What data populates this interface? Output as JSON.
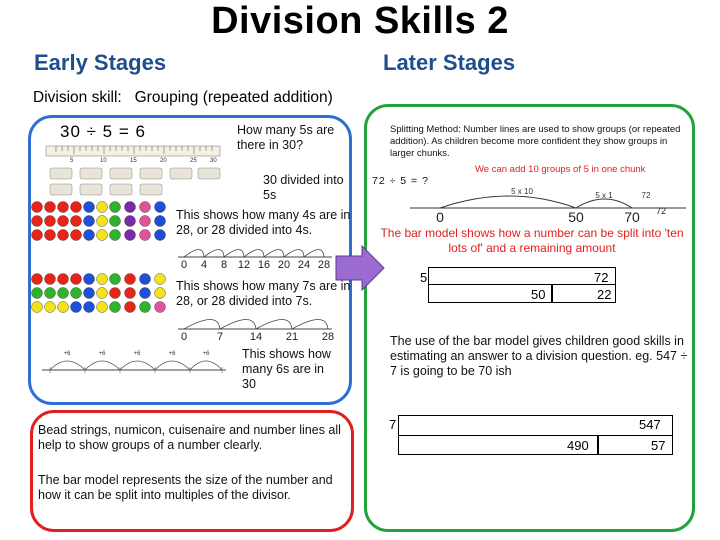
{
  "title": "Division Skills  2",
  "early_stages": "Early Stages",
  "later_stages": "Later Stages",
  "skill_line": "Division skill:   Grouping (repeated addition)",
  "early": {
    "equation": "30 ÷ 5 = 6",
    "question1": "How many 5s are there in 30?",
    "question2": "30 divided into 5s",
    "ruler_labels": [
      "5",
      "10",
      "15",
      "20",
      "25",
      "30"
    ],
    "caption_4s": "This shows how many 4s are in 28, or 28 divided into 4s.",
    "numline_4s": [
      "0",
      "4",
      "8",
      "12",
      "16",
      "20",
      "24",
      "28"
    ],
    "caption_7s": "This shows how many 7s are in 28, or 28 divided into 7s.",
    "numline_7s": [
      "0",
      "7",
      "14",
      "21",
      "28"
    ],
    "caption_6s": "This shows how many 6s are in 30",
    "hops_6s": [
      "+6",
      "+6",
      "+6",
      "+6",
      "+6"
    ]
  },
  "resources": {
    "para1": "Bead strings, numicon, cuisenaire and number lines all help to show groups of a number clearly.",
    "para2": "The bar model represents the size of the number and how it can be split into multiples of the divisor."
  },
  "later": {
    "splitting_text": "Splitting Method: Number lines are used to show groups (or repeated addition). As children become more confident they show groups in larger chunks.",
    "chunk_note": "We can add 10 groups of 5 in one chunk",
    "equation": "72 ÷ 5 = ?",
    "jump1": "5 x 10",
    "jump2": "5 x 1",
    "jump2_end": "72",
    "numline": [
      "0",
      "50",
      "70",
      "72"
    ],
    "bar_caption": "The bar model shows how a number can be split into 'ten lots of' and a remaining amount",
    "bar1": {
      "divisor": "5",
      "total": "72",
      "part1": "50",
      "part2": "22"
    },
    "estimate_text": "The use of the bar model gives children good skills in estimating an answer to a division question. eg. 547 ÷ 7 is going to be 70 ish",
    "bar2": {
      "divisor": "7",
      "total": "547",
      "part1": "490",
      "part2": "57"
    }
  },
  "colors": {
    "heading_blue": "#1f4e8c",
    "blue_border": "#2e6fd4",
    "red_border": "#e02020",
    "green_border": "#22a33a",
    "arrow_fill": "#9b6bd1",
    "bead_red": "#e8231a",
    "bead_blue": "#1d4fd8",
    "bead_green": "#2fb32f",
    "bead_yellow": "#f2e21b",
    "bead_purple": "#7a2aa8",
    "bead_pink": "#e0529a"
  }
}
